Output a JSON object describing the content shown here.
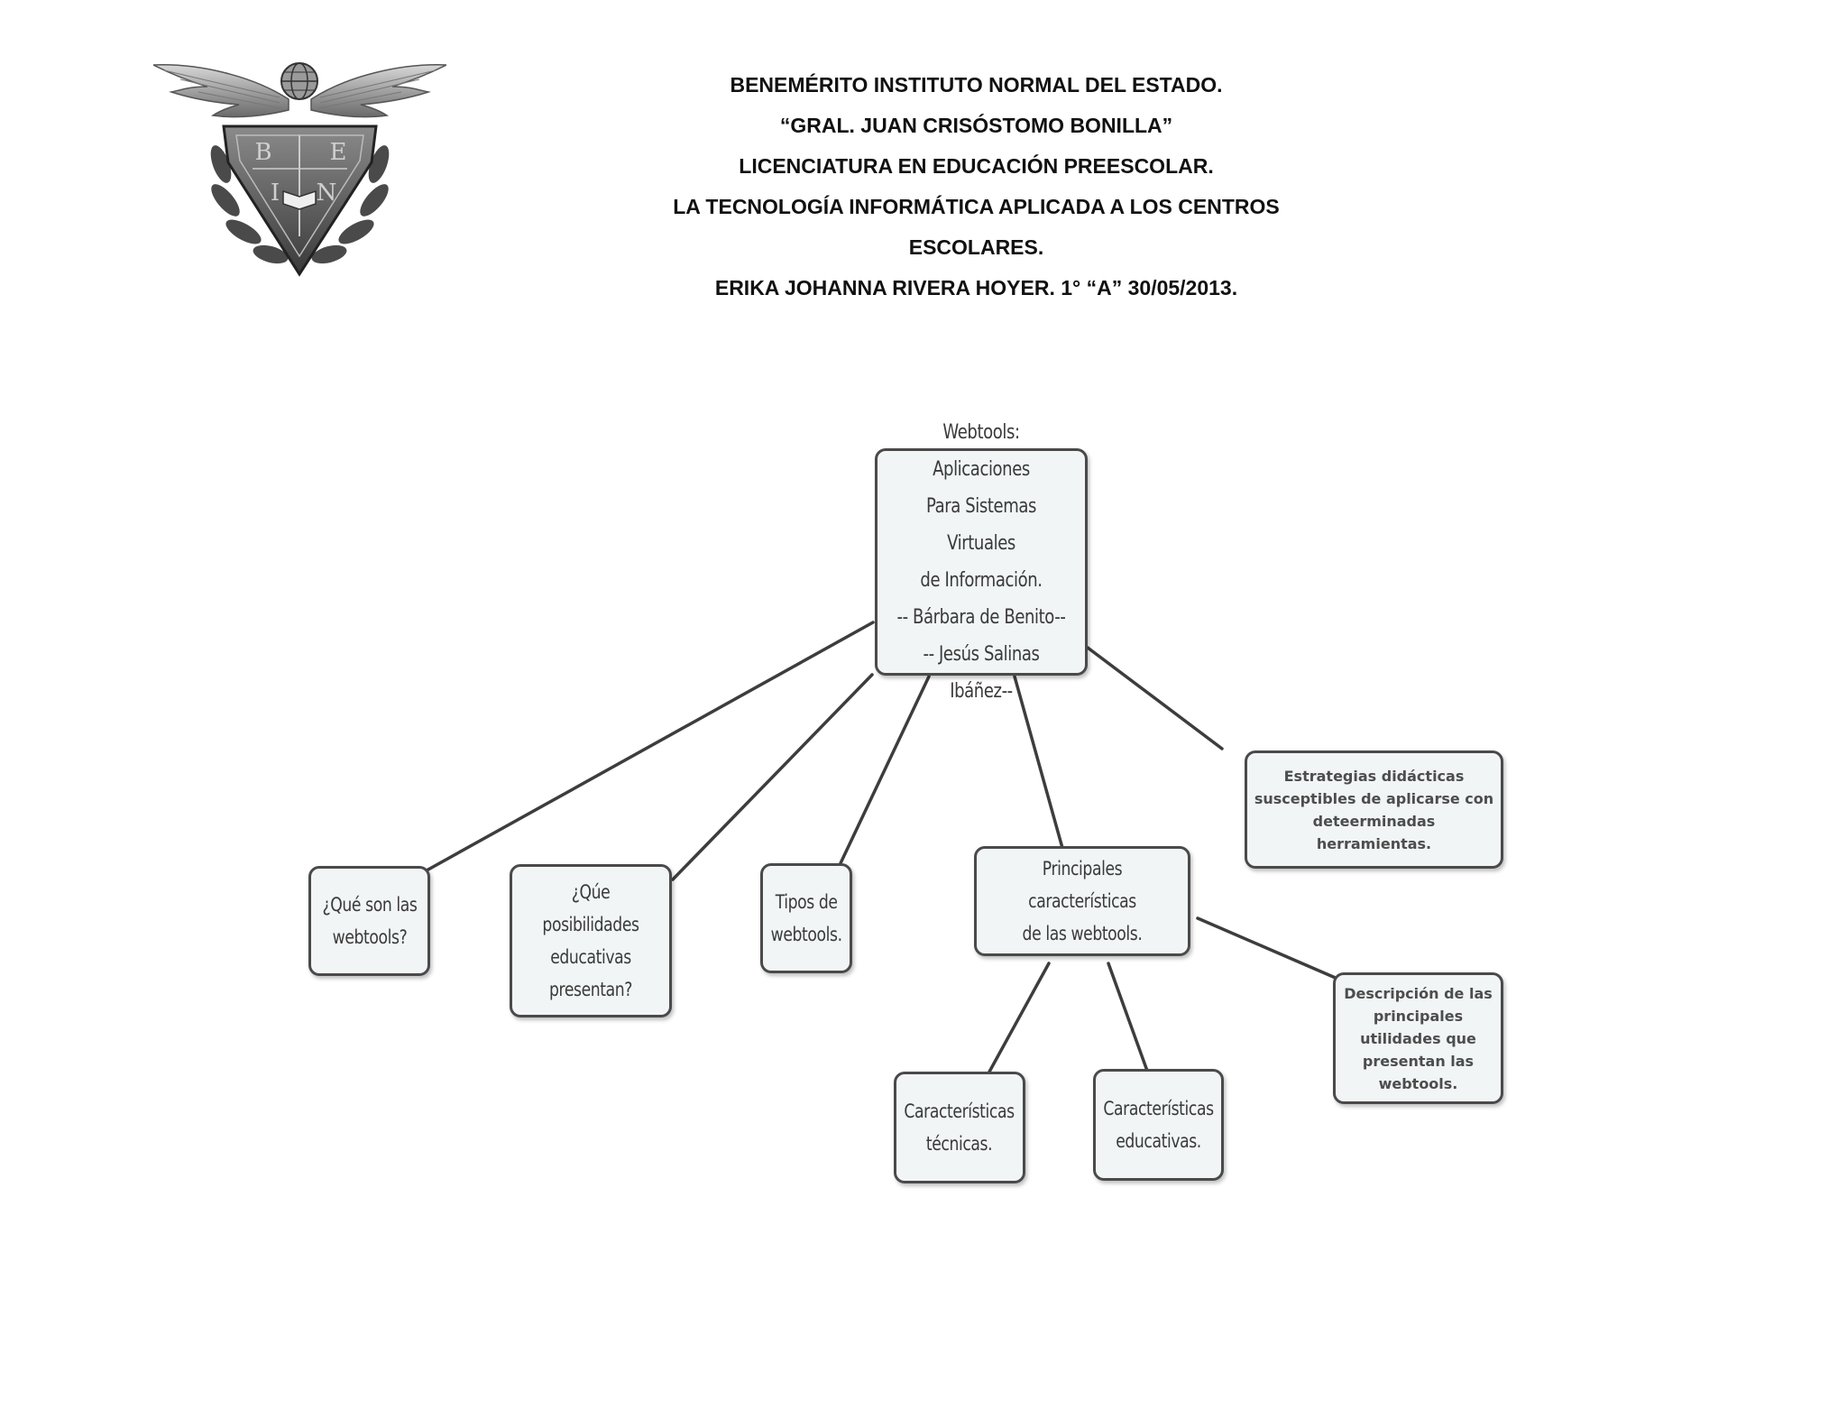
{
  "header": {
    "line1": "BENEMÉRITO INSTITUTO NORMAL DEL ESTADO.",
    "line2": "“GRAL. JUAN CRISÓSTOMO BONILLA”",
    "line3": "LICENCIATURA EN EDUCACIÓN PREESCOLAR.",
    "line4": "LA TECNOLOGÍA INFORMÁTICA APLICADA A LOS CENTROS",
    "line5": "ESCOLARES.",
    "line6": "ERIKA JOHANNA RIVERA HOYER. 1° “A”    30/05/2013."
  },
  "logo": {
    "icon": "benemerito-instituto-normal-emblem",
    "letters": [
      "B",
      "E",
      "I",
      "N"
    ]
  },
  "concept_map": {
    "root": "Webtools: Aplicaciones\nPara Sistemas Virtuales\nde Información.\n-- Bárbara de Benito--\n-- Jesús Salinas Ibáñez--",
    "que_son": "¿Qué son las\nwebtools?",
    "posibilidades": "¿Qúe posibilidades\neducativas\npresentan?",
    "tipos": "Tipos de\nwebtools.",
    "principales": "Principales características\nde las webtools.",
    "estrategias": "Estrategias didácticas\nsusceptibles de aplicarse con\ndeteerminadas\nherramientas.",
    "descripcion": "Descripción de las\nprincipales\nutilidades que\npresentan las\nwebtools.",
    "tecnicas": "Características\ntécnicas.",
    "educativas": "Características\neducativas."
  },
  "colors": {
    "node_fill": "#f1f5f5",
    "node_border": "#4a4a4a",
    "connector": "#3d3d3d"
  }
}
